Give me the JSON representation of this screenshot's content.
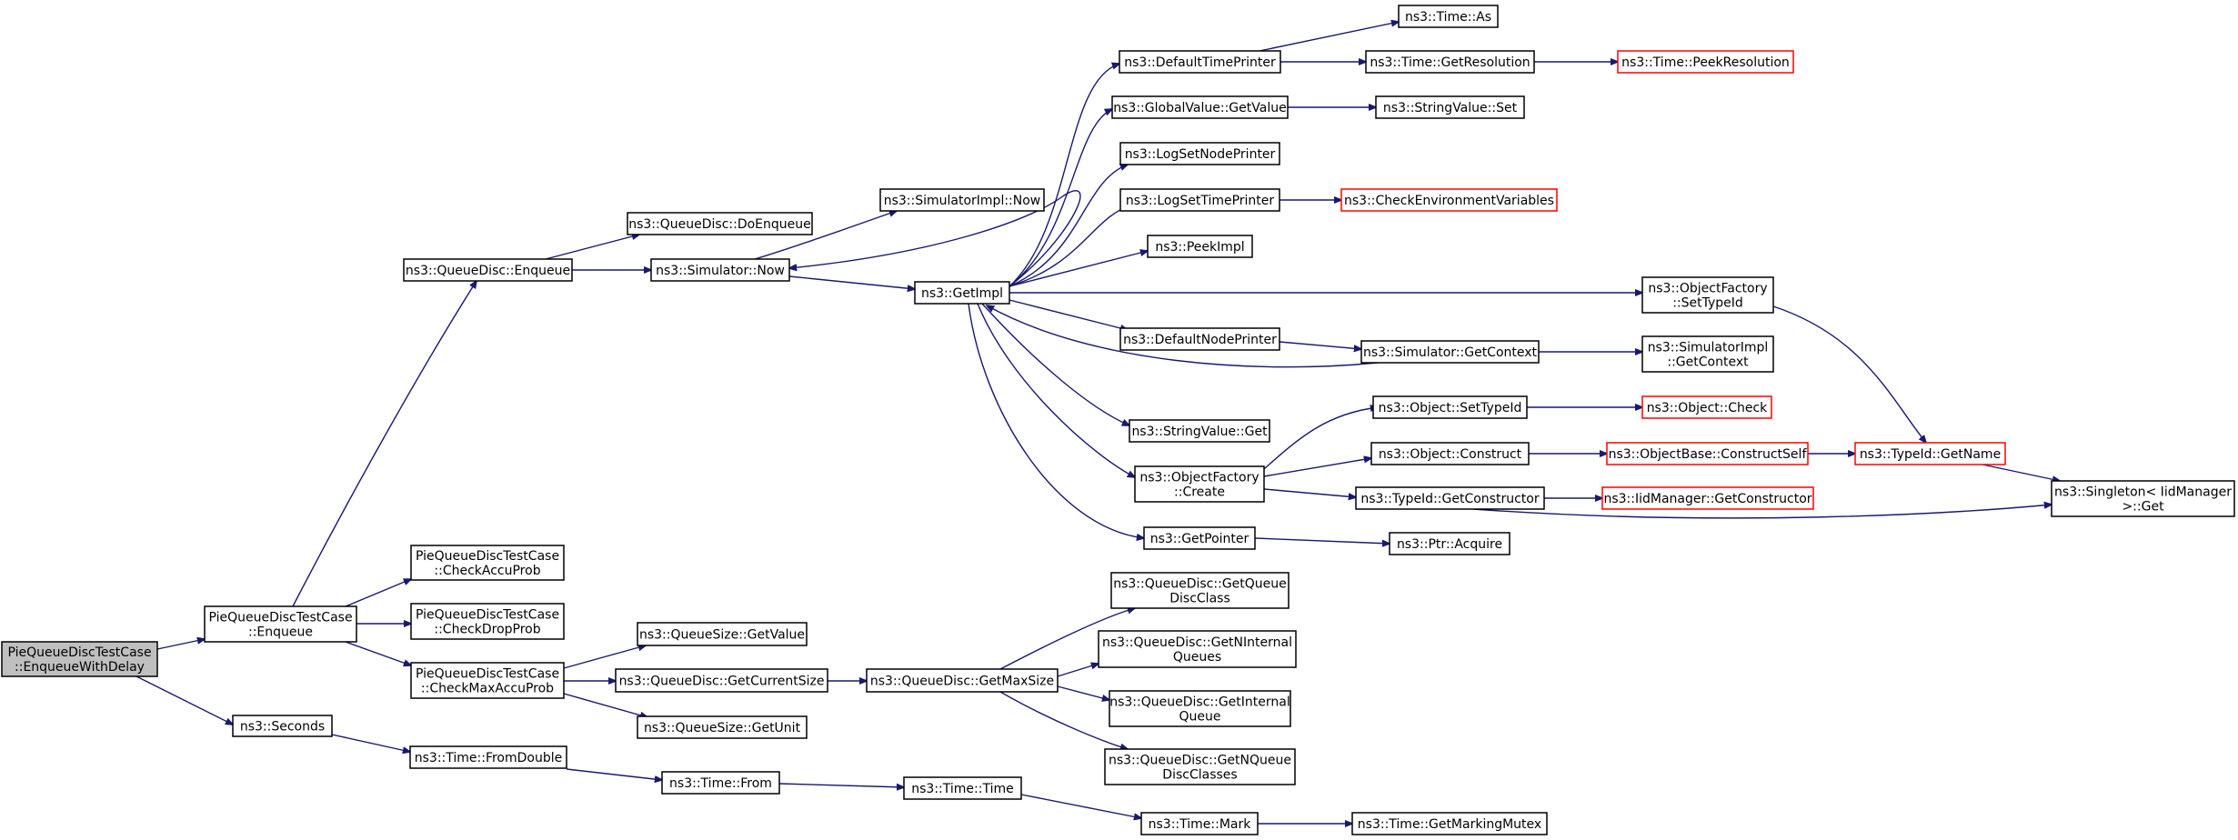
{
  "colors": {
    "edge": "#191970",
    "root_fill": "#bfbfbf",
    "truncated_border": "#ff0000",
    "border": "#000000",
    "background": "#ffffff"
  },
  "nodes": {
    "root": [
      "PieQueueDiscTestCase",
      "::EnqueueWithDelay"
    ],
    "enqueue": [
      "PieQueueDiscTestCase",
      "::Enqueue"
    ],
    "seconds": [
      "ns3::Seconds"
    ],
    "qd_enqueue": [
      "ns3::QueueDisc::Enqueue"
    ],
    "check_accu": [
      "PieQueueDiscTestCase",
      "::CheckAccuProb"
    ],
    "check_drop": [
      "PieQueueDiscTestCase",
      "::CheckDropProb"
    ],
    "check_max": [
      "PieQueueDiscTestCase",
      "::CheckMaxAccuProb"
    ],
    "from_double": [
      "ns3::Time::FromDouble"
    ],
    "do_enqueue": [
      "ns3::QueueDisc::DoEnqueue"
    ],
    "sim_now": [
      "ns3::Simulator::Now"
    ],
    "qs_getvalue": [
      "ns3::QueueSize::GetValue"
    ],
    "get_current_size": [
      "ns3::QueueDisc::GetCurrentSize"
    ],
    "qs_getunit": [
      "ns3::QueueSize::GetUnit"
    ],
    "time_from": [
      "ns3::Time::From"
    ],
    "simimpl_now": [
      "ns3::SimulatorImpl::Now"
    ],
    "get_impl": [
      "ns3::GetImpl"
    ],
    "get_max_size": [
      "ns3::QueueDisc::GetMaxSize"
    ],
    "time_time": [
      "ns3::Time::Time"
    ],
    "default_time_printer": [
      "ns3::DefaultTimePrinter"
    ],
    "globalvalue_getvalue": [
      "ns3::GlobalValue::GetValue"
    ],
    "log_set_node_printer": [
      "ns3::LogSetNodePrinter"
    ],
    "log_set_time_printer": [
      "ns3::LogSetTimePrinter"
    ],
    "peek_impl": [
      "ns3::PeekImpl"
    ],
    "default_node_printer": [
      "ns3::DefaultNodePrinter"
    ],
    "stringvalue_get": [
      "ns3::StringValue::Get"
    ],
    "objfactory_create": [
      "ns3::ObjectFactory",
      "::Create"
    ],
    "get_pointer": [
      "ns3::GetPointer"
    ],
    "get_queue_disc_class": [
      "ns3::QueueDisc::GetQueue",
      "DiscClass"
    ],
    "get_n_internal_queues": [
      "ns3::QueueDisc::GetNInternal",
      "Queues"
    ],
    "get_internal_queue": [
      "ns3::QueueDisc::GetInternal",
      "Queue"
    ],
    "get_n_queue_disc_classes": [
      "ns3::QueueDisc::GetNQueue",
      "DiscClasses"
    ],
    "time_mark": [
      "ns3::Time::Mark"
    ],
    "time_as": [
      "ns3::Time::As"
    ],
    "time_get_resolution": [
      "ns3::Time::GetResolution"
    ],
    "stringvalue_set": [
      "ns3::StringValue::Set"
    ],
    "check_env_vars": [
      "ns3::CheckEnvironmentVariables"
    ],
    "sim_get_context": [
      "ns3::Simulator::GetContext"
    ],
    "object_set_type_id": [
      "ns3::Object::SetTypeId"
    ],
    "object_construct": [
      "ns3::Object::Construct"
    ],
    "typeid_get_constructor": [
      "ns3::TypeId::GetConstructor"
    ],
    "ptr_acquire": [
      "ns3::Ptr::Acquire"
    ],
    "time_get_marking_mutex": [
      "ns3::Time::GetMarkingMutex"
    ],
    "time_peek_resolution": [
      "ns3::Time::PeekResolution"
    ],
    "objfactory_set_type_id": [
      "ns3::ObjectFactory",
      "::SetTypeId"
    ],
    "simimpl_get_context": [
      "ns3::SimulatorImpl",
      "::GetContext"
    ],
    "object_check": [
      "ns3::Object::Check"
    ],
    "objectbase_construct_self": [
      "ns3::ObjectBase::ConstructSelf"
    ],
    "iidmanager_get_constructor": [
      "ns3::IidManager::GetConstructor"
    ],
    "typeid_get_name": [
      "ns3::TypeId::GetName"
    ],
    "singleton_get": [
      "ns3::Singleton< IidManager",
      ">::Get"
    ]
  }
}
